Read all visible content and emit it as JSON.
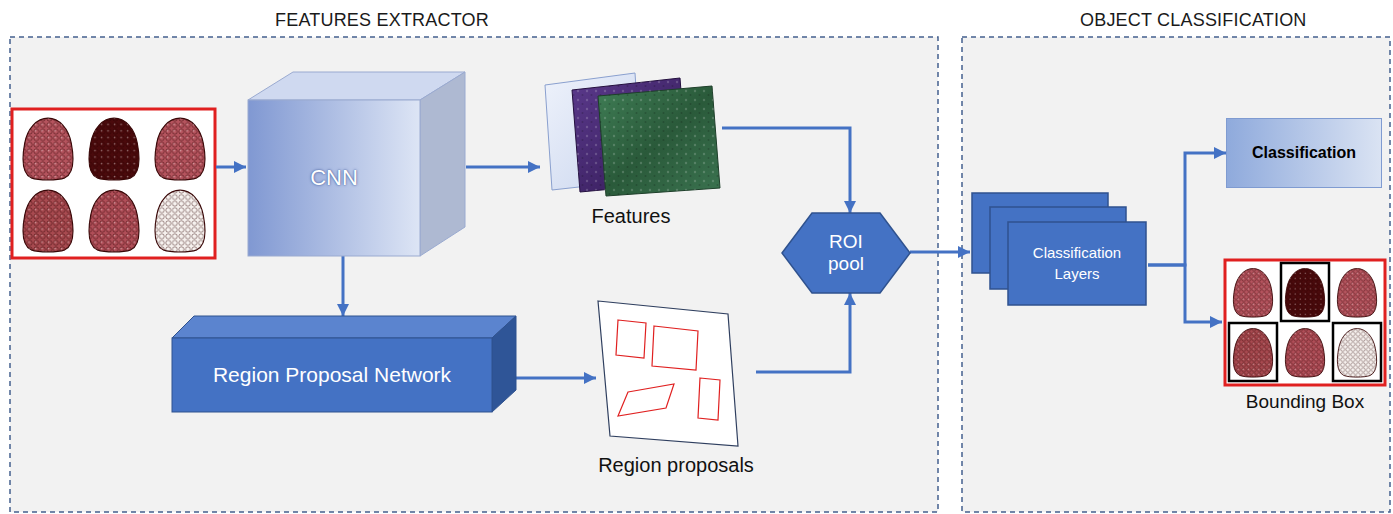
{
  "diagram": {
    "nodes": [
      {
        "text": [
          "FEATURES EXTRACTOR"
        ]
      },
      {
        "text": [
          "CNN"
        ],
        "in": 0
      },
      {
        "text": [
          "Features"
        ],
        "in": 0
      },
      {
        "text": [
          "ROI pool"
        ],
        "in": 0
      },
      {
        "text": [
          "Region Proposal Network"
        ],
        "in": 0
      },
      {
        "text": [
          "Region proposals"
        ],
        "in": 0
      },
      {
        "text": [
          "OBJECT CLASSIFICATION"
        ]
      },
      {
        "text": [
          "Classification Layers"
        ],
        "in": 6
      },
      {
        "text": [
          "Classification"
        ],
        "in": 6
      },
      {
        "text": [
          "Bounding Box"
        ],
        "in": 6
      }
    ],
    "edges": [
      {
        "from": 1,
        "to": 2,
        "arrow": "to"
      },
      {
        "from": 1,
        "to": 4,
        "arrow": "to"
      },
      {
        "from": 4,
        "to": 5,
        "arrow": "to"
      },
      {
        "from": 2,
        "to": 3,
        "arrow": "to"
      },
      {
        "from": 5,
        "to": 3,
        "arrow": "to"
      },
      {
        "from": 3,
        "to": 7,
        "arrow": "to"
      },
      {
        "from": 7,
        "to": 8,
        "arrow": "to"
      },
      {
        "from": 7,
        "to": 9,
        "arrow": "to"
      }
    ]
  }
}
